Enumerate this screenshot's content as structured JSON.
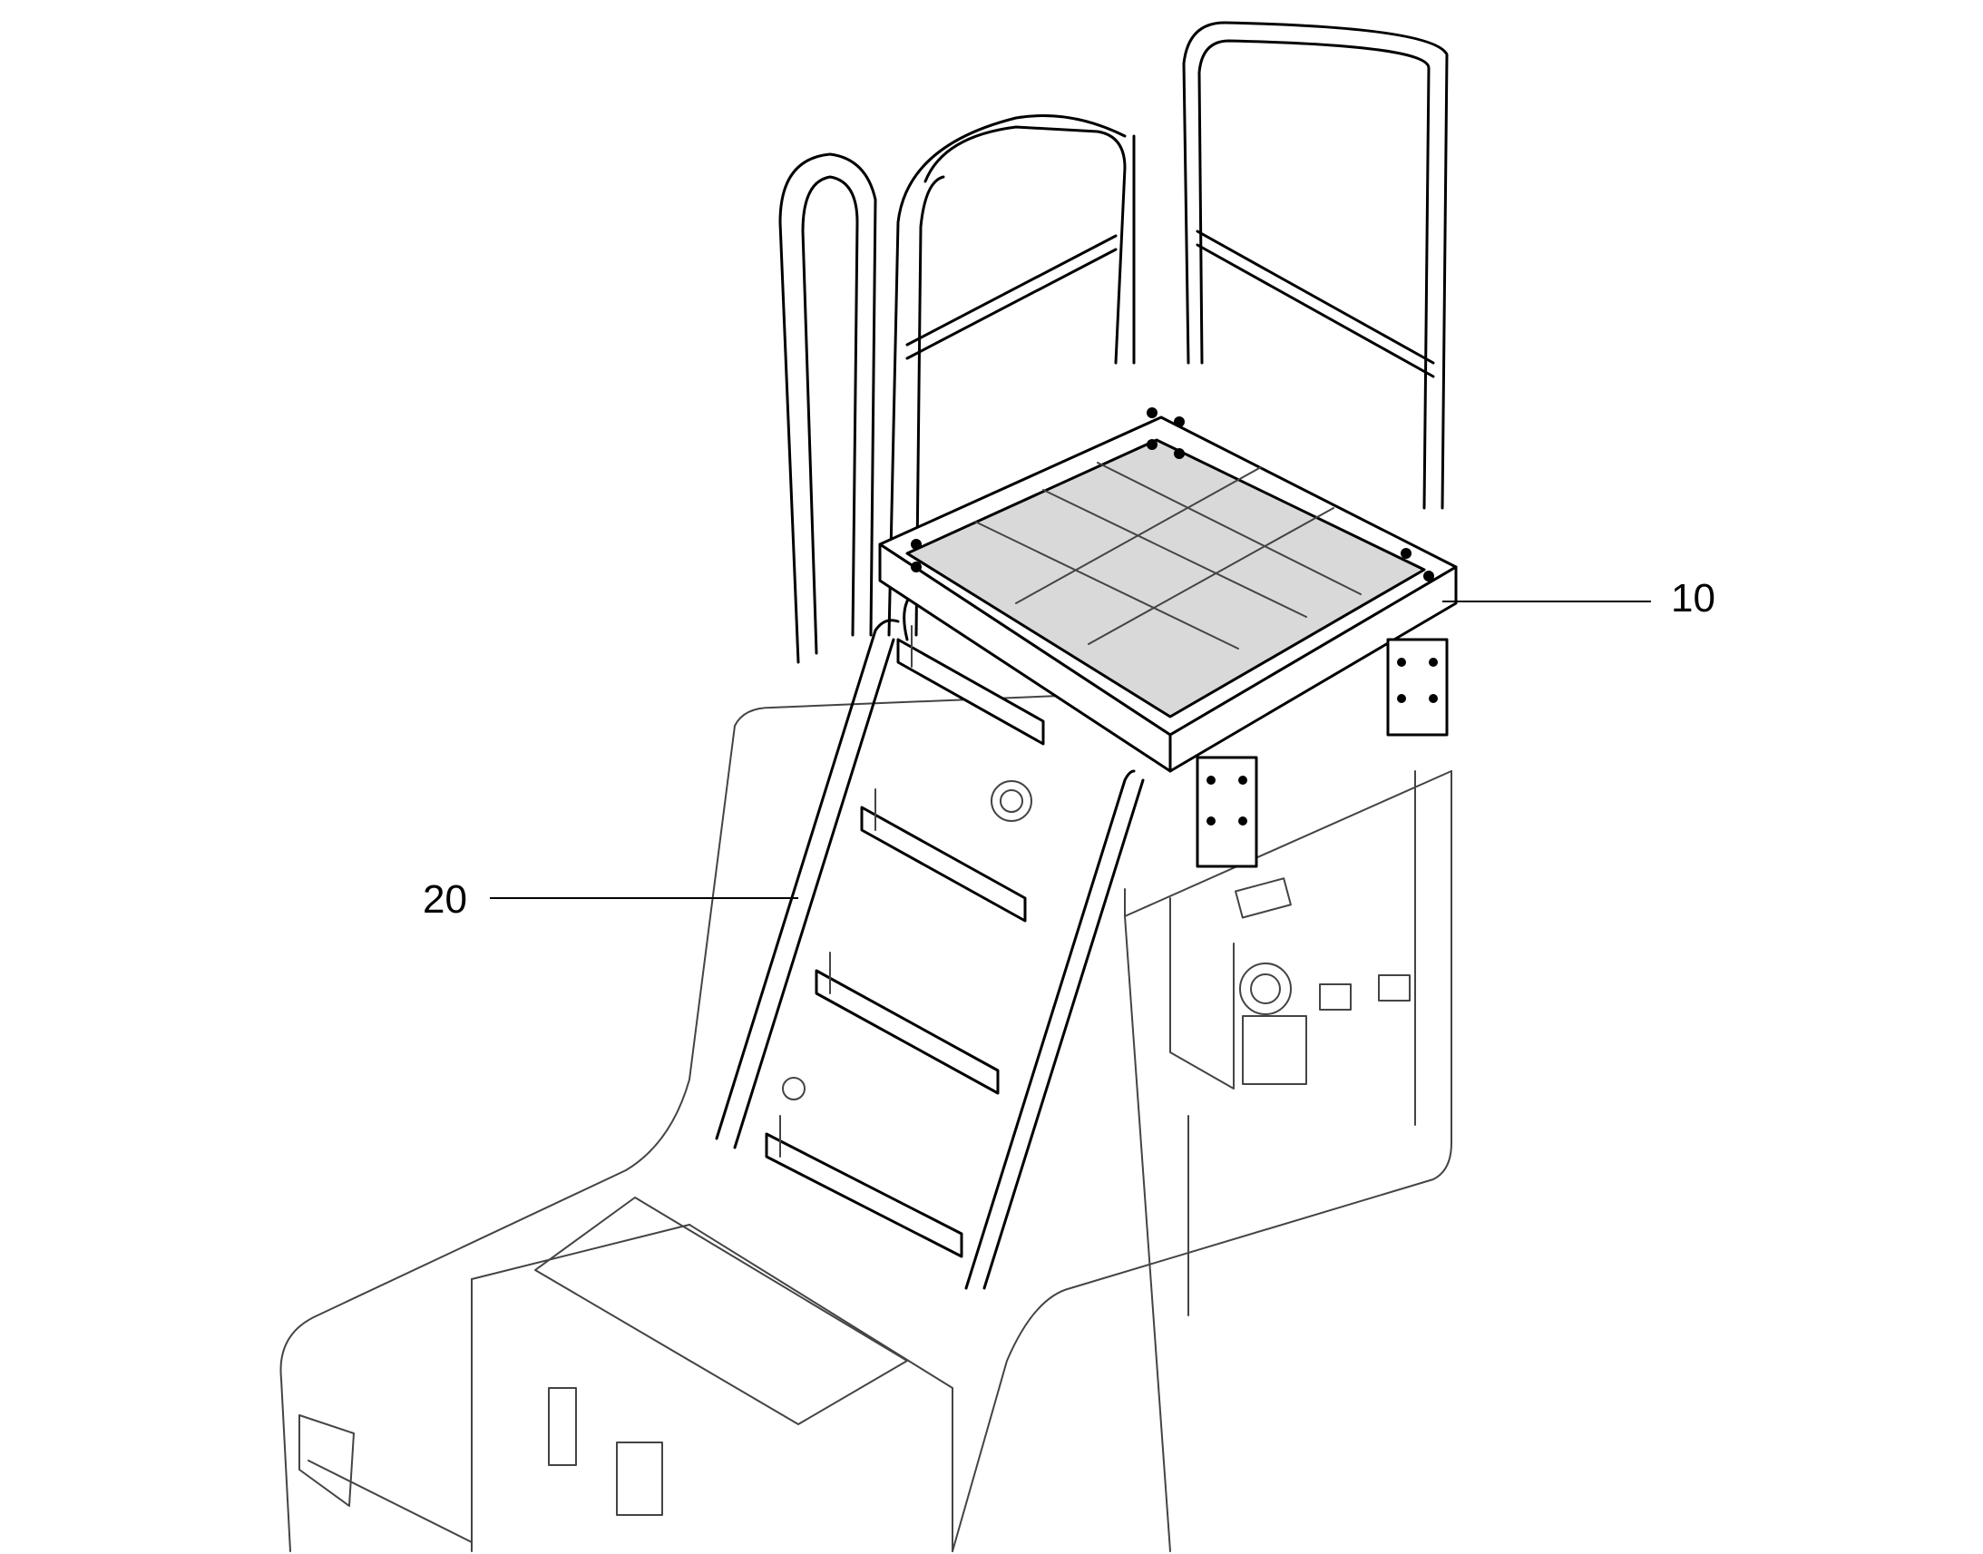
{
  "callouts": [
    {
      "id": "10",
      "label": "10"
    },
    {
      "id": "20",
      "label": "20"
    }
  ],
  "colors": {
    "line": "#000000",
    "background": "#ffffff",
    "grating": "#d9d9d9"
  }
}
